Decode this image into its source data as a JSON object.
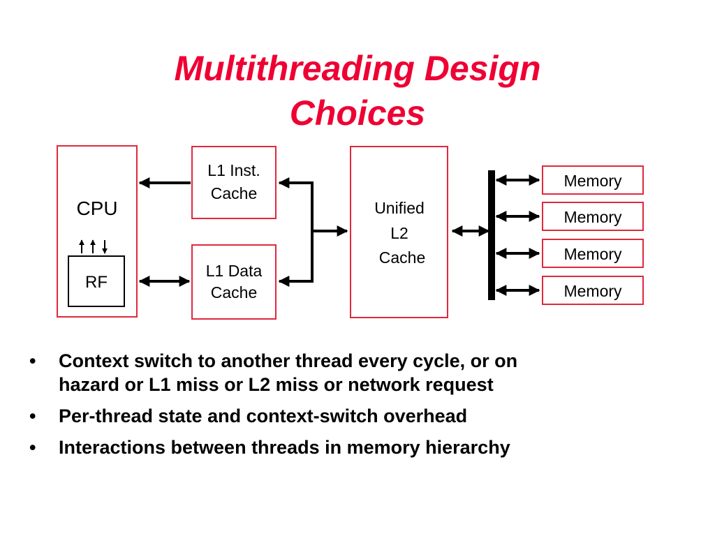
{
  "title": {
    "line1": "Multithreading Design",
    "line2": "Choices"
  },
  "diagram": {
    "cpu_label": "CPU",
    "rf_label": "RF",
    "l1_inst": {
      "line1": "L1 Inst.",
      "line2": "Cache"
    },
    "l1_data": {
      "line1": "L1 Data",
      "line2": "Cache"
    },
    "l2": {
      "line1": "Unified",
      "line2": "L2",
      "line3": "Cache"
    },
    "memories": [
      "Memory",
      "Memory",
      "Memory",
      "Memory"
    ]
  },
  "bullets": [
    {
      "line1": "Context switch to another thread every cycle, or on",
      "line2": "hazard or L1 miss or L2 miss or network request"
    },
    {
      "line1": "Per-thread state and context-switch overhead"
    },
    {
      "line1": "Interactions between threads in memory hierarchy"
    }
  ],
  "colors": {
    "title": "#ee0033",
    "box_border": "#e0283c",
    "arrow": "#000000"
  }
}
